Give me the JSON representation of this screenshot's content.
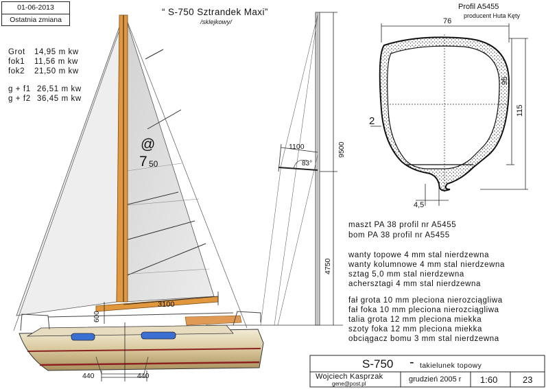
{
  "header": {
    "date": "01-06-2013",
    "last_change": "Ostatnia zmiana",
    "title": "“ S-750 Sztrandek Maxi”",
    "subtitle": "/sklejkowy/"
  },
  "sail_areas": [
    {
      "label": "Grot",
      "value": "14,95 m kw"
    },
    {
      "label": "fok1",
      "value": "11,56  m kw"
    },
    {
      "label": "fok2",
      "value": "21,50 m kw"
    },
    {
      "label": "g + f1",
      "value": "26,51 m kw"
    },
    {
      "label": "g + f2",
      "value": "36,45 m kw"
    }
  ],
  "sail_mark": {
    "symbol": "@",
    "number": "7",
    "sub": "50"
  },
  "dimensions": {
    "boom": "3100",
    "mast_step": "600",
    "hull_left": "440",
    "hull_right": "440",
    "spreader": "1100",
    "spreader_angle": "83°",
    "mast_height": "9500",
    "lower_height": "4750"
  },
  "profile": {
    "title": "Profil A5455",
    "producer": "producent  Huta Kęty",
    "width": "76",
    "inner_height": "95",
    "outer_height": "115",
    "wall": "2",
    "slot": "4,5"
  },
  "specs": {
    "spars": [
      "maszt  PA 38 profil  nr  A5455",
      "bom  PA 38 profil  nr  A5455"
    ],
    "rigging": [
      "wanty topowe 4 mm stal nierdzewna",
      "wanty kolumnowe 4 mm stal nierdzewna",
      "sztag 5,0 mm stal nierdzewna",
      "achersztagi 4 mm stal nierdzewna"
    ],
    "running": [
      "fał grota 10 mm pleciona nierozciągliwa",
      "fał foka 10 mm pleciona nierozciągliwa",
      "talia grota 12 mm pleciona miekka",
      "szoty foka 12 mm pleciona miekka",
      "obciągacz bomu 3 mm stal nierdzewna"
    ]
  },
  "title_block": {
    "model": "S-750",
    "dash": "-",
    "description": "takielunek topowy",
    "author": "Wojciech Kasprzak",
    "email": "gene@post.pl",
    "date": "grudzień  2005 r",
    "scale": "1:60",
    "sheet": "23"
  }
}
